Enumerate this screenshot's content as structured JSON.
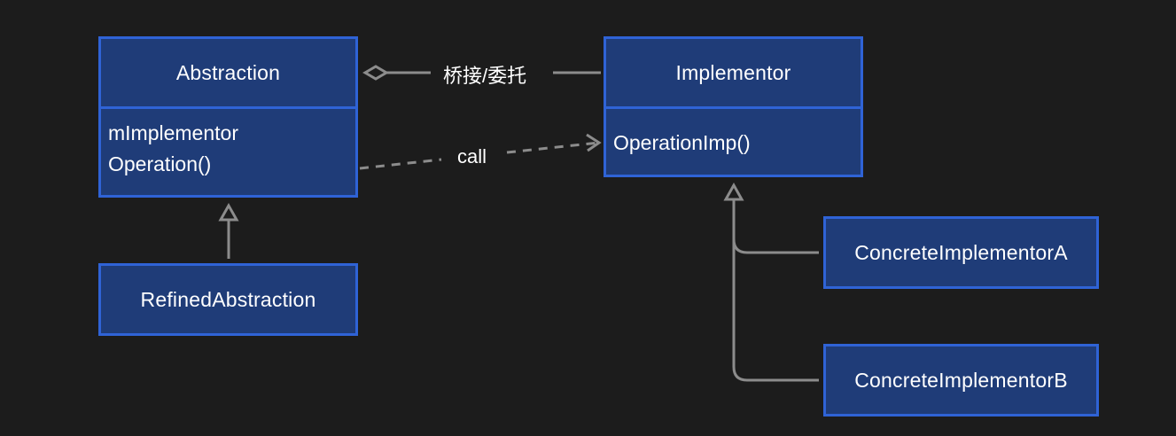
{
  "nodes": {
    "abstraction": {
      "title": "Abstraction",
      "members": [
        "mImplementor",
        "Operation()"
      ]
    },
    "implementor": {
      "title": "Implementor",
      "members": [
        "OperationImp()"
      ]
    },
    "refined_abstraction": {
      "title": "RefinedAbstraction"
    },
    "concrete_a": {
      "title": "ConcreteImplementorA"
    },
    "concrete_b": {
      "title": "ConcreteImplementorB"
    }
  },
  "edges": {
    "bridge_label": "桥接/委托",
    "call_label": "call"
  },
  "colors": {
    "background": "#1c1c1c",
    "box_fill": "#1f3c78",
    "box_border": "#2f63d6",
    "edge": "#8c8c8c",
    "text": "#ffffff"
  }
}
